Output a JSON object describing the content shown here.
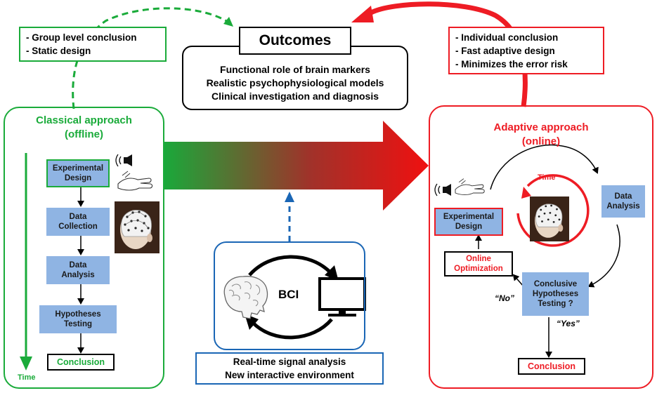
{
  "colors": {
    "classical": "#1aab3a",
    "adaptive": "#ee1c24",
    "bci": "#1a66b5",
    "step_fill": "#8fb4e3",
    "text": "#000000"
  },
  "classical_note": {
    "lines": [
      "- Group level conclusion",
      "- Static design"
    ]
  },
  "outcomes": {
    "title": "Outcomes",
    "lines": [
      "Functional role of brain markers",
      "Realistic psychophysiological models",
      "Clinical investigation and diagnosis"
    ]
  },
  "adaptive_note": {
    "lines": [
      "- Individual conclusion",
      "- Fast adaptive design",
      "- Minimizes the error risk"
    ]
  },
  "classical": {
    "title_line1": "Classical approach",
    "title_line2": "(offline)",
    "time_label": "Time",
    "steps": [
      {
        "line1": "Experimental",
        "line2": "Design"
      },
      {
        "line1": "Data",
        "line2": "Collection"
      },
      {
        "line1": "Data",
        "line2": "Analysis"
      },
      {
        "line1": "Hypotheses",
        "line2": "Testing"
      }
    ],
    "conclusion": "Conclusion"
  },
  "adaptive": {
    "title_line1": "Adaptive approach",
    "title_line2": "(online)",
    "time_label": "Time",
    "experimental_design": {
      "line1": "Experimental",
      "line2": "Design"
    },
    "data_analysis": {
      "line1": "Data",
      "line2": "Analysis"
    },
    "online_optimization": {
      "line1": "Online",
      "line2": "Optimization"
    },
    "hypotheses": {
      "line1": "Conclusive",
      "line2": "Hypotheses",
      "line3": "Testing ?"
    },
    "no_label": "“No”",
    "yes_label": "“Yes”",
    "conclusion": "Conclusion"
  },
  "bci": {
    "label": "BCI",
    "caption_line1": "Real-time signal analysis",
    "caption_line2": "New interactive environment"
  },
  "icons": [
    "speaker-icon",
    "hand-icon",
    "eeg-cap-photo",
    "brain-icon",
    "monitor-icon"
  ]
}
